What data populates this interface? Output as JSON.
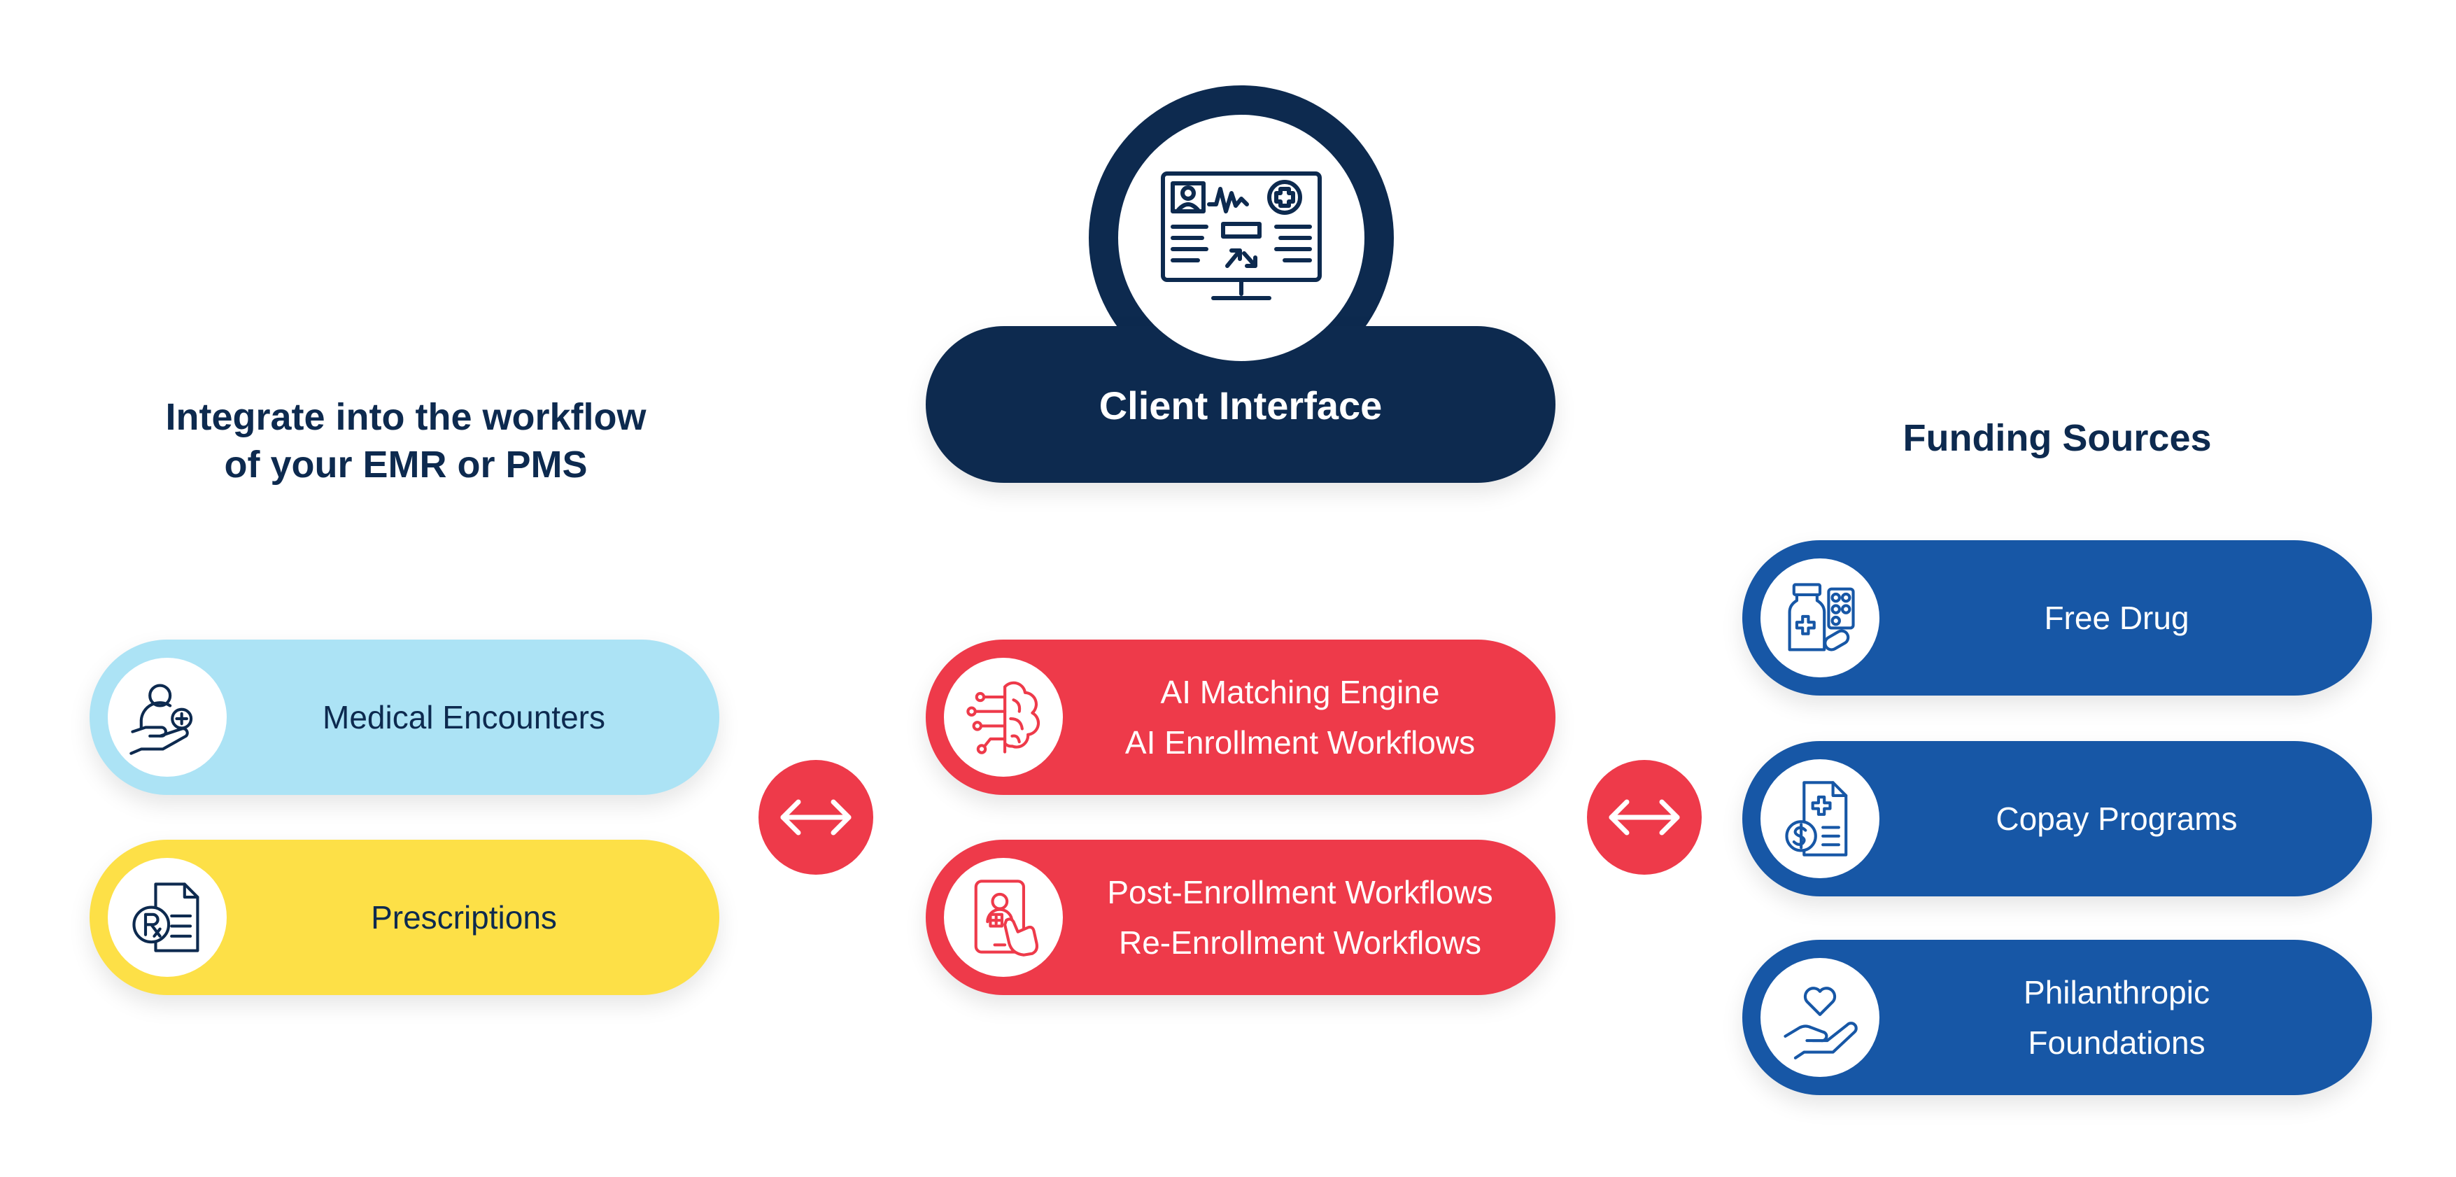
{
  "left_heading": {
    "line1": "Integrate into the workflow",
    "line2": "of your EMR or PMS"
  },
  "right_heading": "Funding Sources",
  "client": {
    "label": "Client Interface",
    "icon": "monitor-dashboard-icon"
  },
  "left_items": [
    {
      "label": "Medical Encounters",
      "icon": "patient-care-hand-icon"
    },
    {
      "label": "Prescriptions",
      "icon": "prescription-document-icon"
    }
  ],
  "center_items": [
    {
      "line1": "AI Matching Engine",
      "line2": "AI Enrollment Workflows",
      "icon": "ai-brain-circuit-icon"
    },
    {
      "line1": "Post-Enrollment Workflows",
      "line2": "Re-Enrollment Workflows",
      "icon": "tablet-touch-icon"
    }
  ],
  "right_items": [
    {
      "line1": "Free Drug",
      "icon": "medicine-bottle-pills-icon"
    },
    {
      "line1": "Copay Programs",
      "icon": "medical-bill-dollar-icon"
    },
    {
      "line1": "Philanthropic",
      "line2": "Foundations",
      "icon": "heart-in-hand-icon"
    }
  ],
  "colors": {
    "navy": "#0d2a4f",
    "light_blue": "#ace3f5",
    "yellow": "#fde047",
    "red": "#ee3a4a",
    "blue": "#1757a6",
    "connector": "bidirectional-arrow-icon"
  }
}
